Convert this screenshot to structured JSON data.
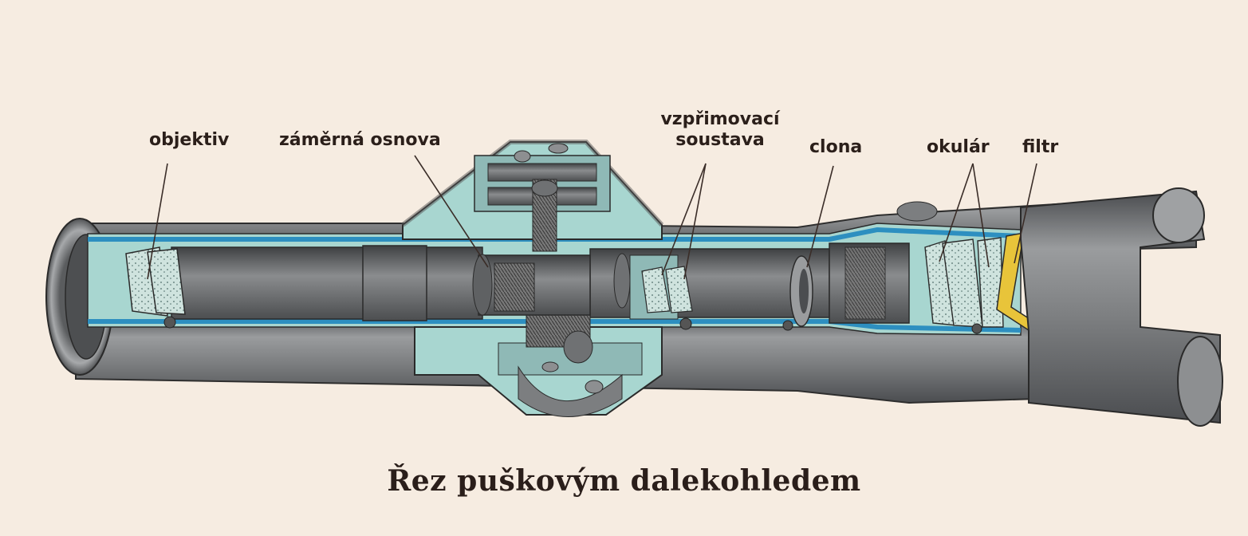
{
  "labels": {
    "objective": "objektiv",
    "reticle": "záměrná osnova",
    "erector_line1": "vzpřimovací",
    "erector_line2": "soustava",
    "aperture": "clona",
    "eyepiece": "okulár",
    "filter": "filtr"
  },
  "caption": "Řez puškovým dalekohledem",
  "colors": {
    "background": "#f6ece1",
    "steel": "#6f7173",
    "cutaway": "#a8d6d0",
    "section_blue": "#2d8fc0",
    "lens": "#cfe3de",
    "filter": "#e8c43a",
    "leader": "#3a2d28"
  }
}
